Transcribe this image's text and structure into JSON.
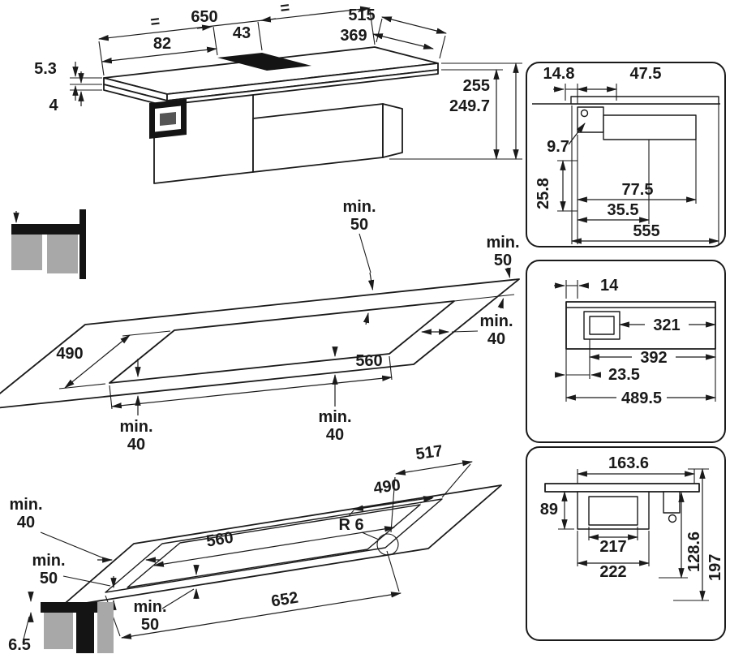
{
  "colors": {
    "line": "#1a1a1a",
    "gray": "#a8a8a8",
    "dark": "#141414",
    "background": "#ffffff"
  },
  "icons": {
    "wall_clearance_icon": "worktop-against-wall-profile",
    "flush_mount_icon": "flush-recess-edge-profile"
  },
  "views": {
    "hob_iso": {
      "total_width": "650",
      "equal_left": "=",
      "equal_right": "=",
      "grill_width": "43",
      "total_depth": "515",
      "glass_depth": "369",
      "left_offset": "82",
      "glass_thickness": "5.3",
      "rim_height": "4",
      "body_height": "249.7",
      "total_height": "255"
    },
    "cutout_perspective": {
      "rear_clearance": {
        "line1": "min.",
        "line2": "50"
      },
      "rear_clearance_right": {
        "line1": "min.",
        "line2": "50"
      },
      "side_clearance_right": {
        "line1": "min.",
        "line2": "40"
      },
      "cutout_depth": "490",
      "cutout_width": "560",
      "front_clearance_left": {
        "line1": "min.",
        "line2": "40"
      },
      "front_clearance_mid": {
        "line1": "min.",
        "line2": "40"
      }
    },
    "cutout_flush": {
      "recess_depth": "517",
      "cutout_depth": "490",
      "cutout_width": "560",
      "corner_radius": "R 6",
      "recess_width": "652",
      "side_clearance": {
        "line1": "min.",
        "line2": "40"
      },
      "front_clearance_left": {
        "line1": "min.",
        "line2": "50"
      },
      "front_clearance_mid": {
        "line1": "min.",
        "line2": "50"
      },
      "recess_edge_depth": "6.5"
    },
    "section_side": {
      "d1": "14.8",
      "d2": "47.5",
      "d3": "9.7",
      "d4": "25.8",
      "d5": "77.5",
      "d6": "35.5",
      "d7": "555"
    },
    "section_plan": {
      "d1": "14",
      "d2": "321",
      "d3": "392",
      "d4": "23.5",
      "d5": "489.5"
    },
    "section_front": {
      "d1": "163.6",
      "d2": "89",
      "d3": "217",
      "d4": "222",
      "d5": "128.6",
      "d6": "197"
    }
  }
}
